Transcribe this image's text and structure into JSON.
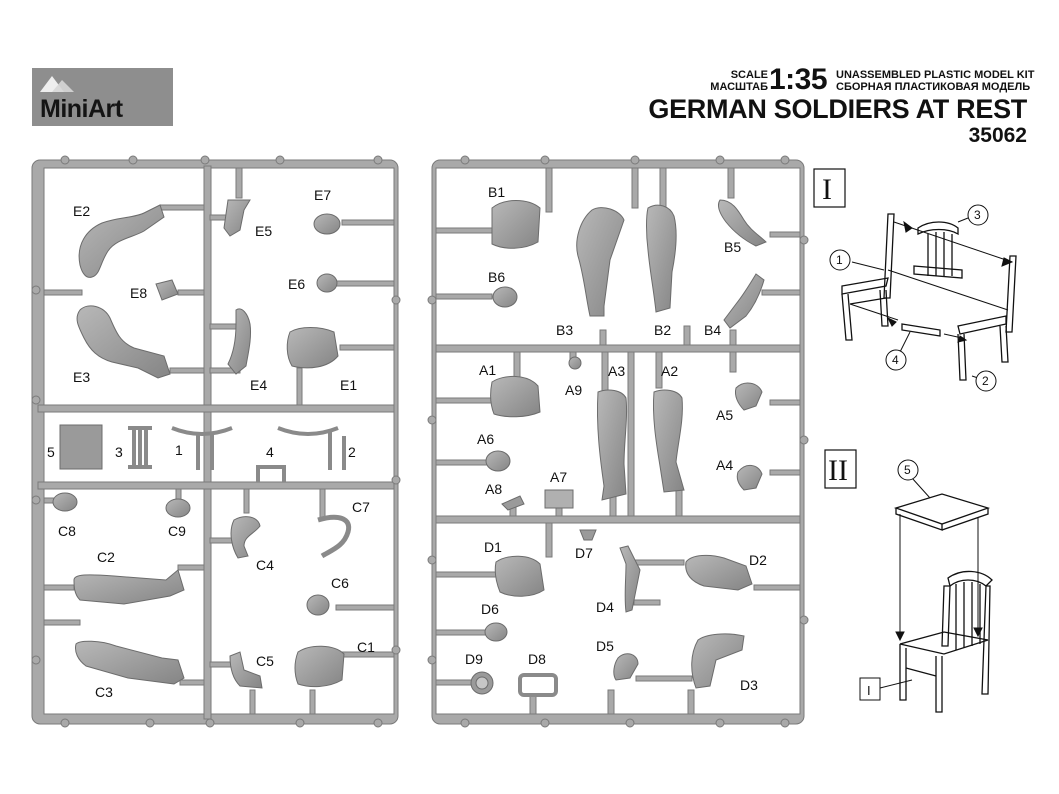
{
  "brand": {
    "logo_text": "MiniArt"
  },
  "header": {
    "scale_label_en": "SCALE",
    "scale_label_ru": "МАСШТАБ",
    "scale_value": "1:35",
    "kit_desc_en": "UNASSEMBLED PLASTIC MODEL KIT",
    "kit_desc_ru": "СБОРНАЯ ПЛАСТИКОВАЯ МОДЕЛЬ",
    "title": "GERMAN SOLDIERS AT REST",
    "kit_number": "35062"
  },
  "sprue_left": {
    "part_labels": [
      "E2",
      "E5",
      "E7",
      "E6",
      "E8",
      "E3",
      "E4",
      "E1",
      "5",
      "3",
      "1",
      "4",
      "2",
      "C8",
      "C9",
      "C7",
      "C2",
      "C4",
      "C6",
      "C5",
      "C1",
      "C3"
    ]
  },
  "sprue_right": {
    "part_labels": [
      "B1",
      "B5",
      "B6",
      "B3",
      "B2",
      "B4",
      "A1",
      "A9",
      "A3",
      "A2",
      "A6",
      "A5",
      "A4",
      "A8",
      "A7",
      "D1",
      "D7",
      "D2",
      "D6",
      "D4",
      "D9",
      "D8",
      "D5",
      "D3"
    ]
  },
  "steps": [
    {
      "numeral": "I",
      "callouts": [
        "1",
        "2",
        "3",
        "4"
      ]
    },
    {
      "numeral": "II",
      "callouts": [
        "5"
      ],
      "sub_ref": "I"
    }
  ],
  "colors": {
    "sprue": "#a9a9a9",
    "sprue_edge": "#7a7a7a",
    "part": "#9d9d9d",
    "logo_bg": "#8e8e8e"
  }
}
